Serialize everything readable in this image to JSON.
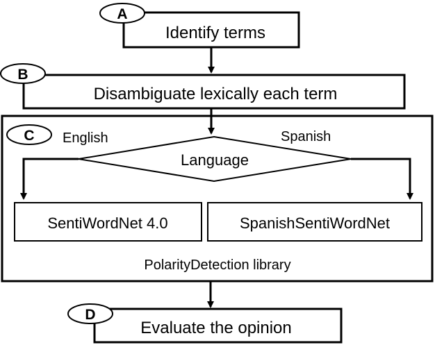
{
  "steps": {
    "a": {
      "marker": "A",
      "label": "Identify terms"
    },
    "b": {
      "marker": "B",
      "label": "Disambiguate lexically each term"
    },
    "c": {
      "marker": "C",
      "decision": "Language",
      "branch_left": "English",
      "branch_right": "Spanish",
      "left_box": "SentiWordNet 4.0",
      "right_box": "SpanishSentiWordNet",
      "container_label": "PolarityDetection library"
    },
    "d": {
      "marker": "D",
      "label": "Evaluate the opinion"
    }
  }
}
